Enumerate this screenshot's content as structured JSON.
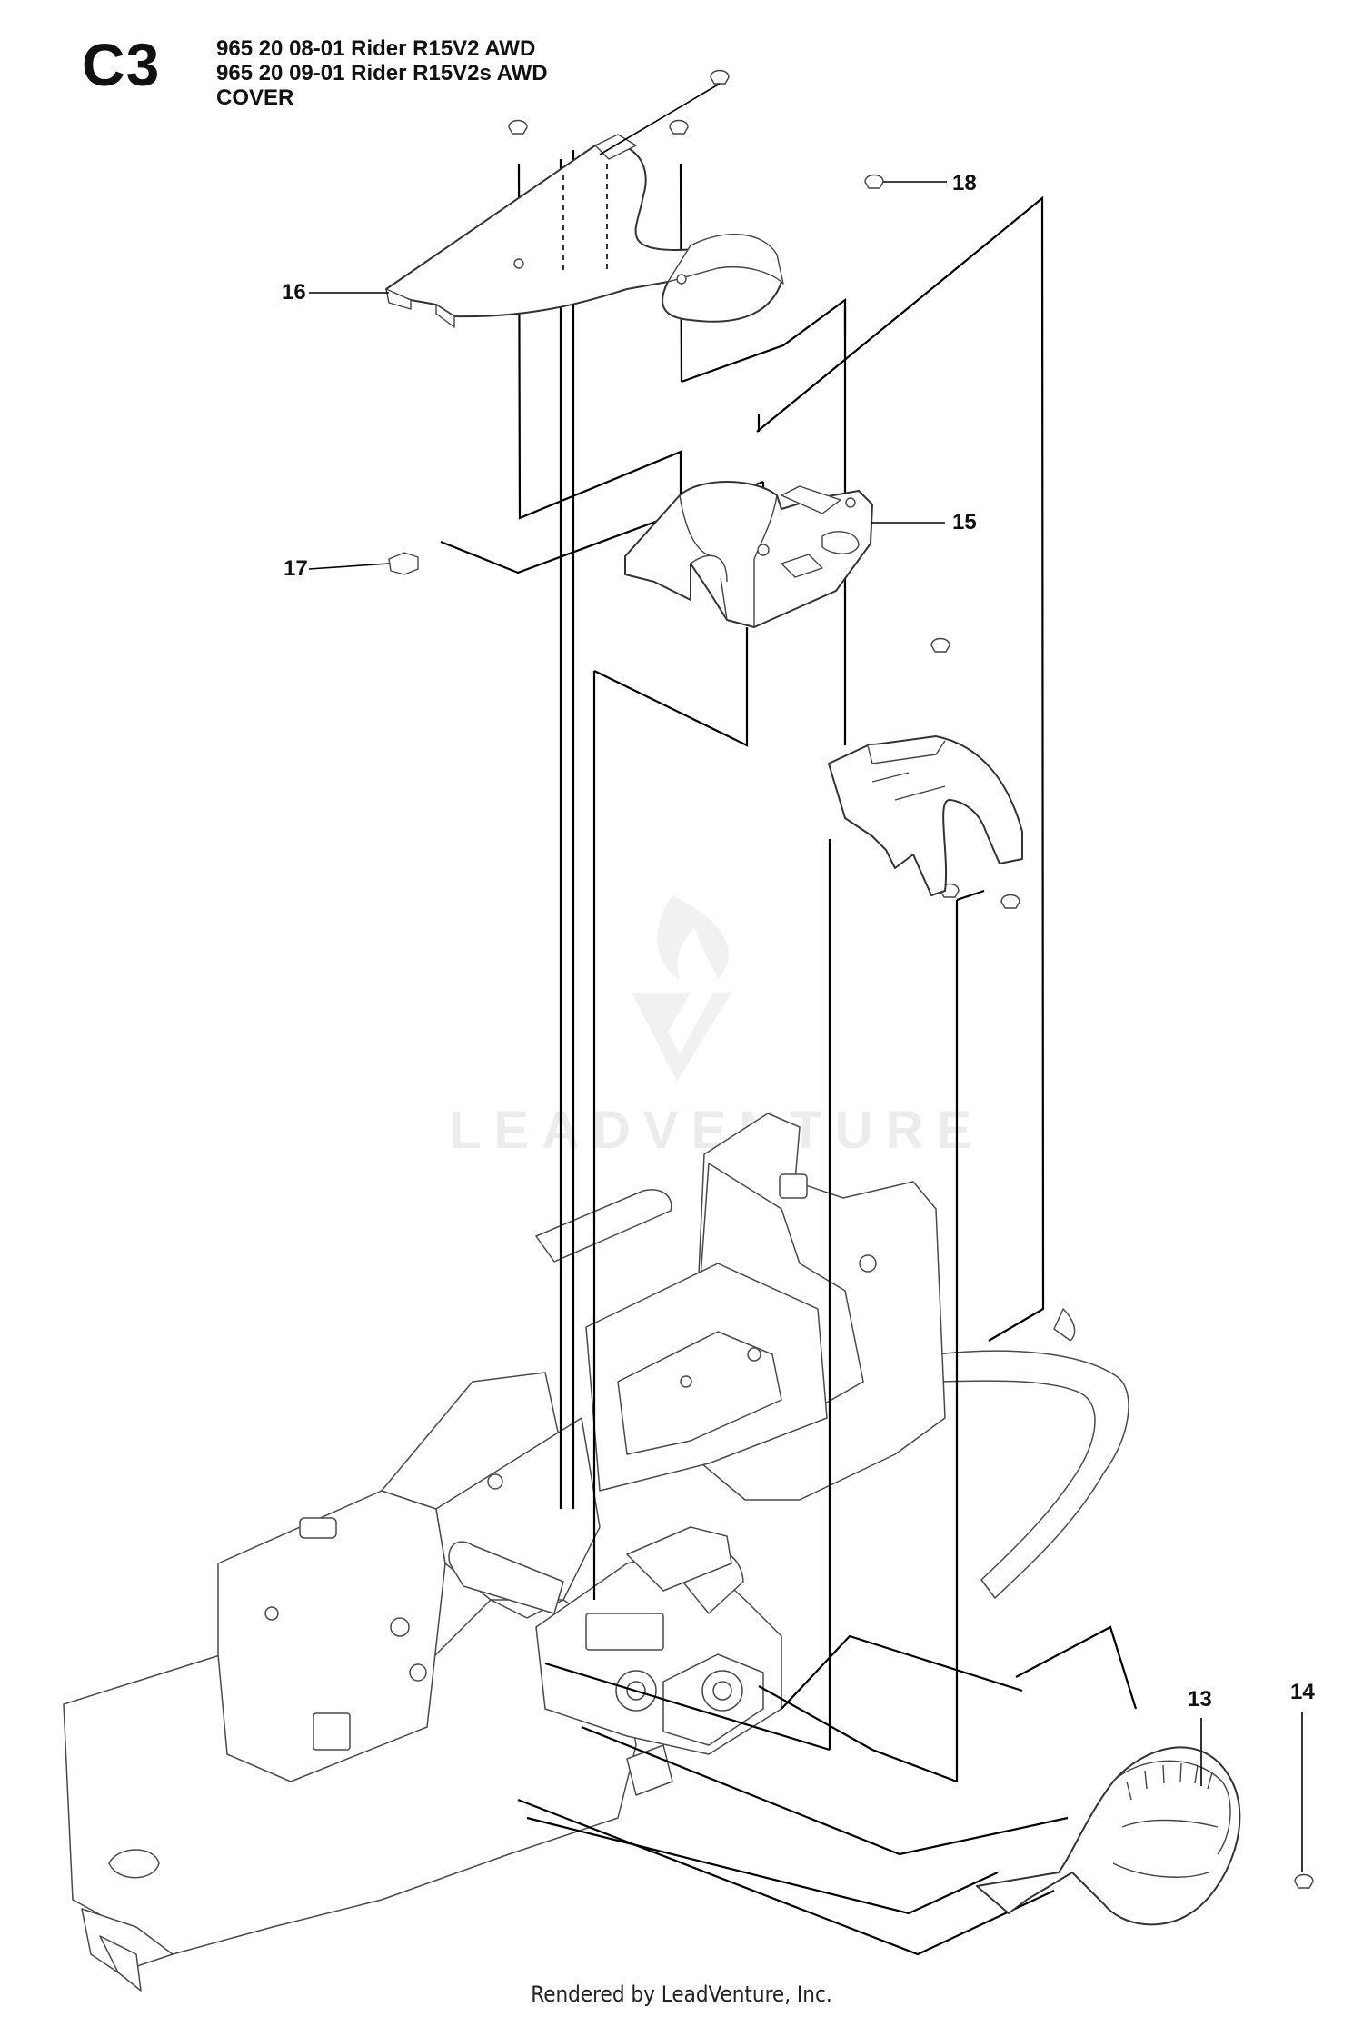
{
  "header": {
    "code": "C3",
    "lines": [
      "965 20 08-01 Rider R15V2 AWD",
      "965 20 09-01 Rider R15V2s AWD",
      "COVER"
    ]
  },
  "callouts": [
    {
      "id": "16",
      "label": "16"
    },
    {
      "id": "18",
      "label": "18"
    },
    {
      "id": "15",
      "label": "15"
    },
    {
      "id": "17",
      "label": "17"
    },
    {
      "id": "13",
      "label": "13"
    },
    {
      "id": "14",
      "label": "14"
    }
  ],
  "watermark": {
    "text": "LEADVENTURE"
  },
  "footer": {
    "text": "Rendered by LeadVenture, Inc."
  }
}
